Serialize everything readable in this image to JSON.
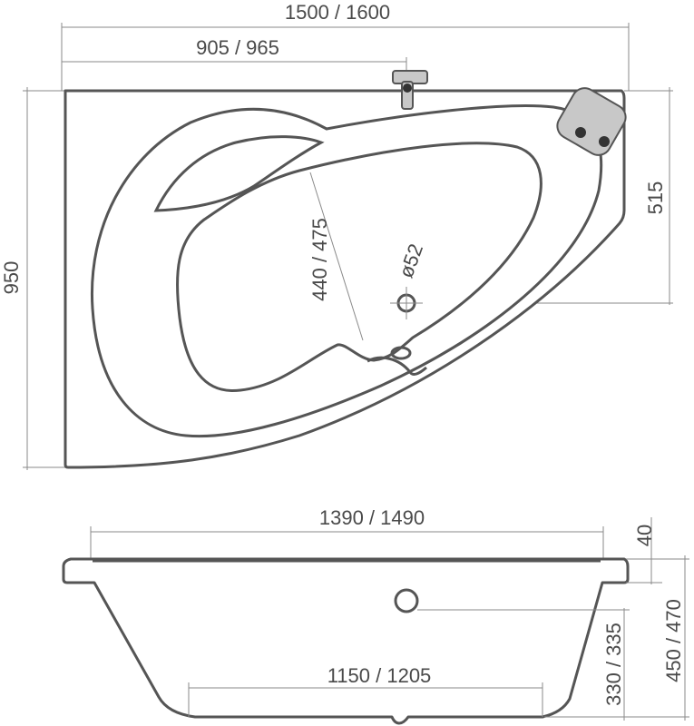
{
  "top_view": {
    "overall_width": "1500 / 1600",
    "corner_width": "905 / 965",
    "overall_depth": "950",
    "drain_offset": "515",
    "seat_width": "440 / 475",
    "drain_diameter": "ø52"
  },
  "side_view": {
    "rim_length": "1390 / 1490",
    "rim_thickness": "40",
    "bottom_length": "1150 / 1205",
    "drain_height": "330 / 335",
    "total_height": "450 / 470"
  }
}
